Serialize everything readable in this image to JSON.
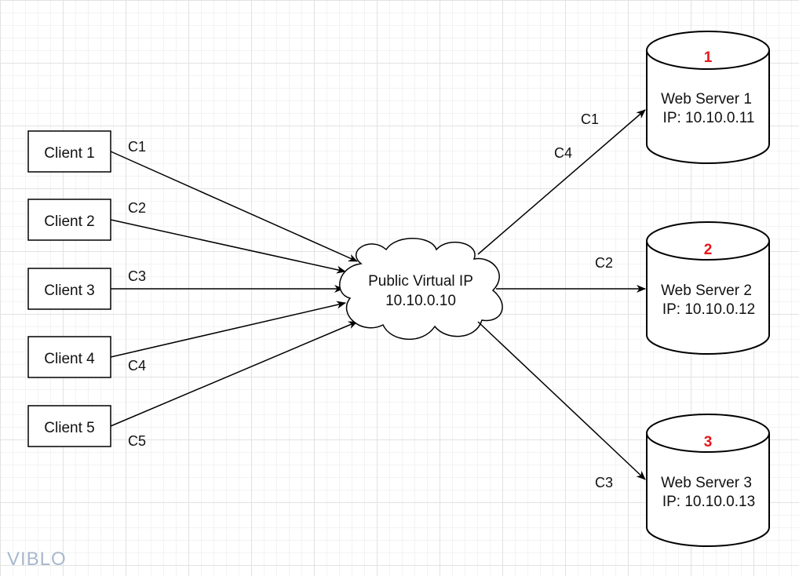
{
  "clients": [
    {
      "label": "Client 1",
      "conn": "C1"
    },
    {
      "label": "Client 2",
      "conn": "C2"
    },
    {
      "label": "Client 3",
      "conn": "C3"
    },
    {
      "label": "Client 4",
      "conn": "C4"
    },
    {
      "label": "Client 5",
      "conn": "C5"
    }
  ],
  "virtual_ip": {
    "title": "Public Virtual IP",
    "ip": "10.10.0.10"
  },
  "servers": [
    {
      "number": "1",
      "name": "Web Server 1",
      "ip": "IP: 10.10.0.11"
    },
    {
      "number": "2",
      "name": "Web Server 2",
      "ip": "IP: 10.10.0.12"
    },
    {
      "number": "3",
      "name": "Web Server 3",
      "ip": "IP: 10.10.0.13"
    }
  ],
  "server_edges": [
    {
      "labels": [
        "C1",
        "C4"
      ]
    },
    {
      "labels": [
        "C2"
      ]
    },
    {
      "labels": [
        "C3"
      ]
    }
  ],
  "logo": {
    "text": "VIBLO",
    "color": "#a8b8cc"
  },
  "colors": {
    "number": "#e8161b",
    "stroke": "#000000"
  }
}
